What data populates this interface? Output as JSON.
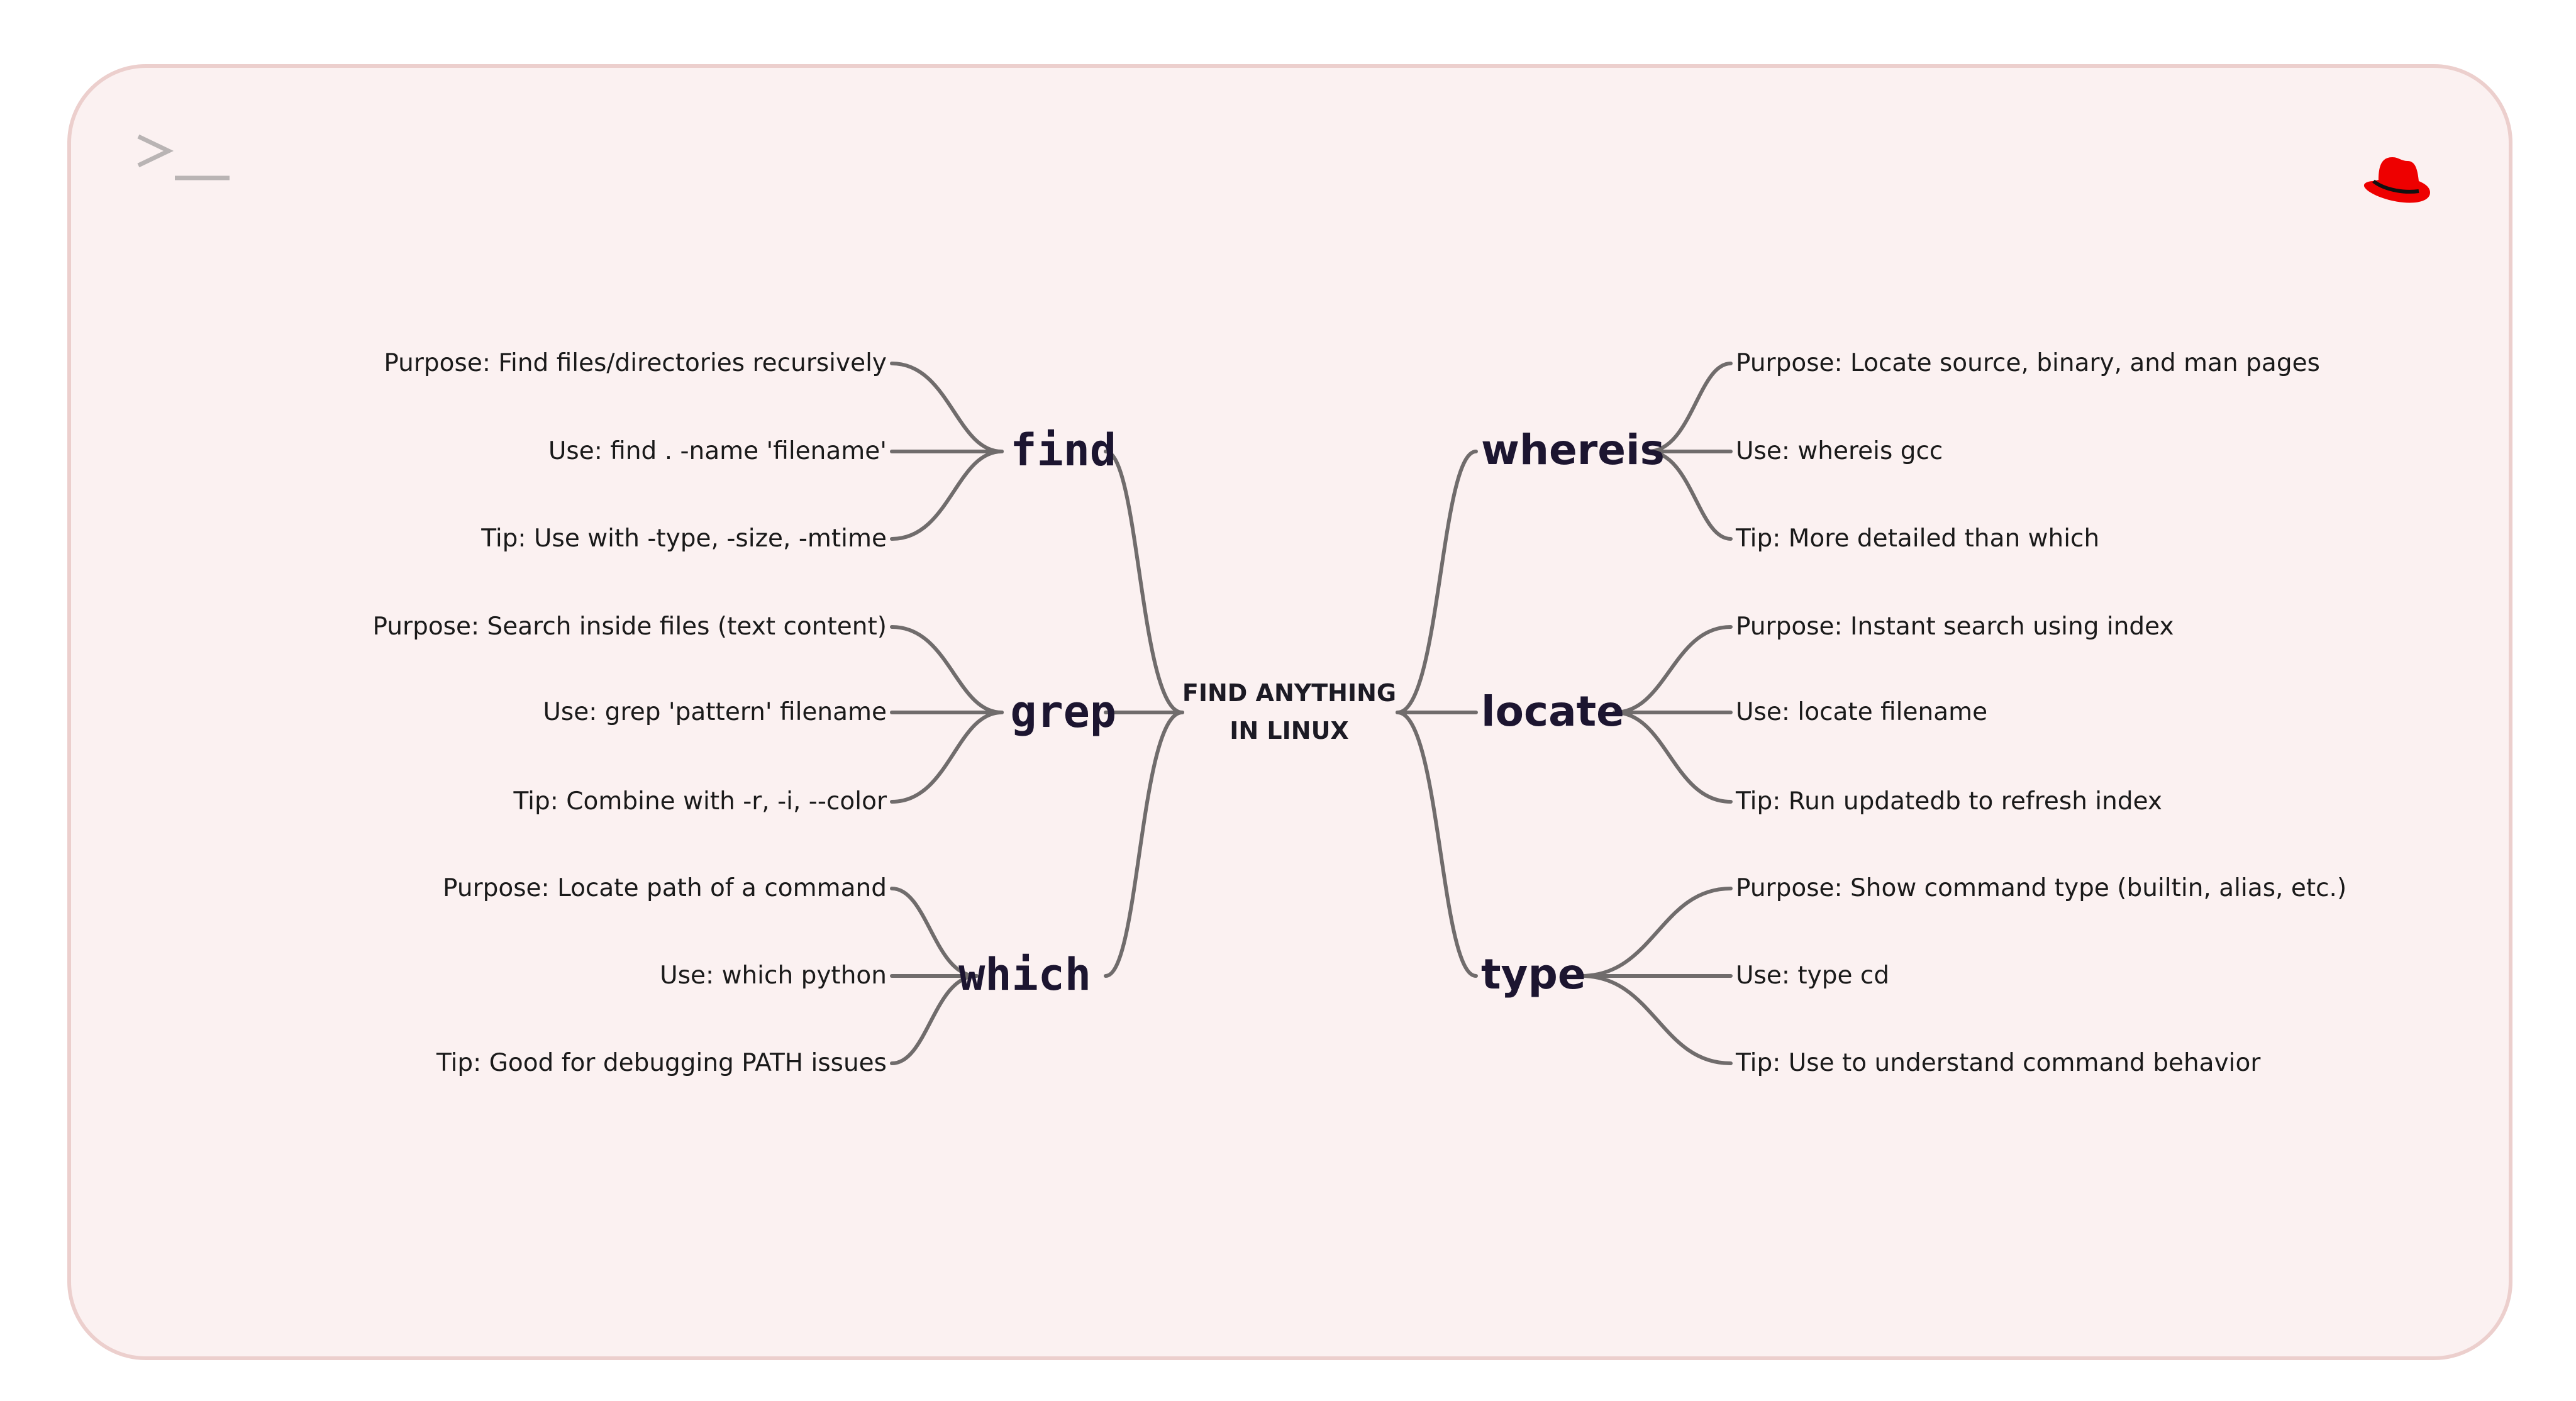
{
  "center": {
    "line1": "FIND ANYTHING",
    "line2": "IN LINUX"
  },
  "icons": {
    "top_left": "terminal-prompt-icon",
    "top_right": "red-hat-logo-icon"
  },
  "colors": {
    "card_background": "#fbf1f1",
    "card_border": "#eccfcd",
    "link_stroke": "#706c6c",
    "command_text": "#1c1530",
    "hat_red": "#ee0000"
  },
  "left": [
    {
      "command": "find",
      "purpose": "Purpose: Find files/directories recursively",
      "use": "Use: find . -name 'filename'",
      "tip": "Tip: Use with -type, -size, -mtime"
    },
    {
      "command": "grep",
      "purpose": "Purpose: Search inside files (text content)",
      "use": "Use: grep 'pattern' filename",
      "tip": "Tip: Combine with -r, -i, --color"
    },
    {
      "command": "which",
      "purpose": "Purpose: Locate path of a command",
      "use": "Use: which python",
      "tip": "Tip: Good for debugging PATH issues"
    }
  ],
  "right": [
    {
      "command": "whereis",
      "purpose": "Purpose: Locate source, binary, and man pages",
      "use": "Use: whereis gcc",
      "tip": "Tip: More detailed than which"
    },
    {
      "command": "locate",
      "purpose": "Purpose: Instant search using index",
      "use": "Use: locate filename",
      "tip": "Tip: Run updatedb to refresh index"
    },
    {
      "command": "type",
      "purpose": "Purpose: Show command type (builtin, alias, etc.)",
      "use": "Use: type cd",
      "tip": "Tip: Use to understand command behavior"
    }
  ]
}
